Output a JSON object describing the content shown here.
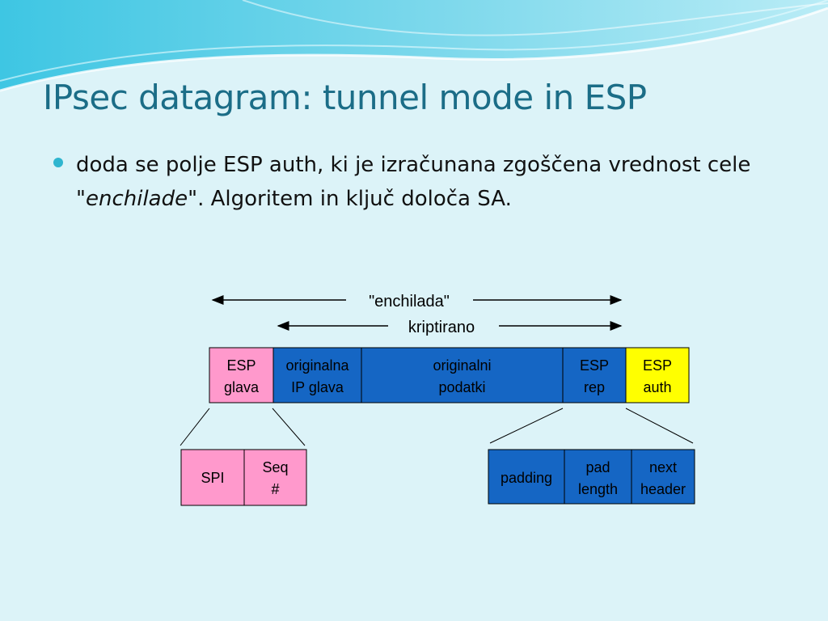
{
  "slide": {
    "title": "IPsec datagram: tunnel mode in ESP",
    "bullet": {
      "text_before": "doda se polje ESP auth, ki je izračunana zgoščena vrednost cele \"",
      "italic": "enchilade",
      "text_after": "\". Algoritem in ključ določa SA."
    }
  },
  "diagram": {
    "span_labels": {
      "enchilada": "\"enchilada\"",
      "kriptirano": "kriptirano"
    },
    "colors": {
      "pink": "#ff99cc",
      "blue": "#1566c4",
      "yellow": "#ffff00"
    },
    "packet": [
      {
        "lines": [
          "ESP",
          "glava"
        ],
        "color": "pink"
      },
      {
        "lines": [
          "originalna",
          "IP glava"
        ],
        "color": "blue"
      },
      {
        "lines": [
          "originalni",
          "podatki"
        ],
        "color": "blue"
      },
      {
        "lines": [
          "ESP",
          "rep"
        ],
        "color": "blue"
      },
      {
        "lines": [
          "ESP",
          "auth"
        ],
        "color": "yellow"
      }
    ],
    "header_detail": [
      {
        "lines": [
          "SPI"
        ],
        "color": "pink"
      },
      {
        "lines": [
          "Seq",
          "#"
        ],
        "color": "pink"
      }
    ],
    "trailer_detail": [
      {
        "lines": [
          "padding"
        ],
        "color": "blue"
      },
      {
        "lines": [
          "pad",
          "length"
        ],
        "color": "blue"
      },
      {
        "lines": [
          "next",
          "header"
        ],
        "color": "blue"
      }
    ]
  }
}
